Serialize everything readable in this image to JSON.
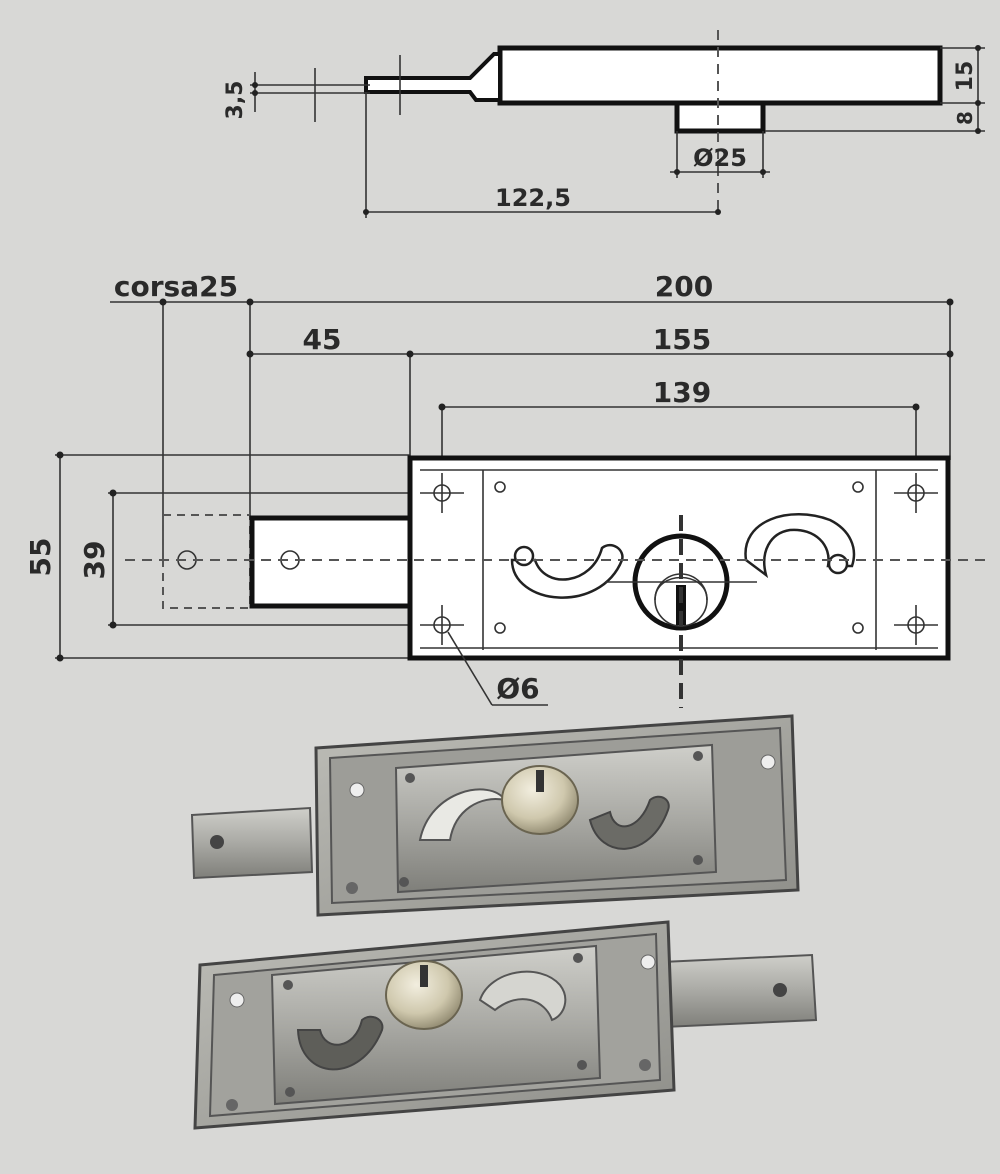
{
  "side_view": {
    "dim_thickness": "3,5",
    "dim_height": "15",
    "dim_lug": "8",
    "dim_cylinder": "Ø25",
    "dim_offset": "122,5"
  },
  "front_view": {
    "dim_stroke": "corsa25",
    "dim_total": "200",
    "dim_bolt": "45",
    "dim_case": "155",
    "dim_holes": "139",
    "dim_height": "55",
    "dim_bolt_height": "39",
    "dim_hole_diameter": "Ø6"
  },
  "photo": {
    "subject": "two shutter locks, front and back views",
    "colors": {
      "metal_light": "#b9b9b4",
      "metal_dark": "#6e6e69",
      "brass": "#d0c9ae"
    }
  }
}
